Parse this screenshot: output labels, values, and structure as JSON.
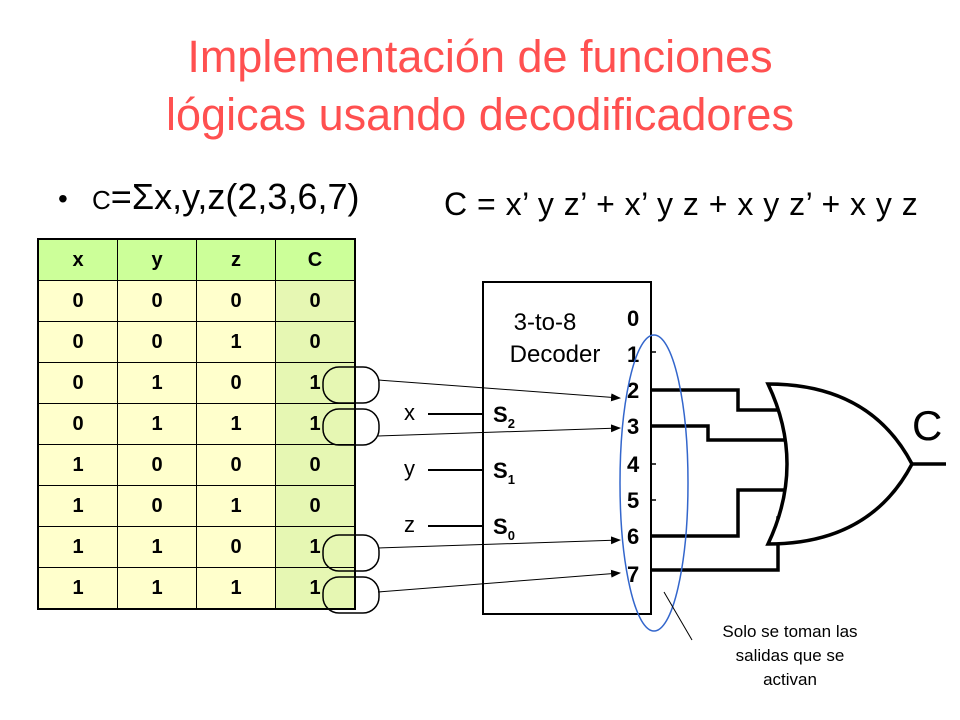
{
  "title": {
    "line1": "Implementación de funciones",
    "line2": "lógicas usando decodificadores"
  },
  "bullet": {
    "dot": "•",
    "prefix": "C",
    "equals": "=",
    "sigma": "Σ",
    "rest": "x,y,z(2,3,6,7)"
  },
  "formula": "C = x’ y z’ + x’ y z + x y z’ + x y z",
  "table": {
    "headers": [
      "x",
      "y",
      "z",
      "C"
    ],
    "rows": [
      [
        "0",
        "0",
        "0",
        "0"
      ],
      [
        "0",
        "0",
        "1",
        "0"
      ],
      [
        "0",
        "1",
        "0",
        "1"
      ],
      [
        "0",
        "1",
        "1",
        "1"
      ],
      [
        "1",
        "0",
        "0",
        "0"
      ],
      [
        "1",
        "0",
        "1",
        "0"
      ],
      [
        "1",
        "1",
        "0",
        "1"
      ],
      [
        "1",
        "1",
        "1",
        "1"
      ]
    ]
  },
  "decoder": {
    "label_line1": "3-to-8",
    "label_line2": "Decoder",
    "outputs": [
      "0",
      "1",
      "2",
      "3",
      "4",
      "5",
      "6",
      "7"
    ],
    "inputs": [
      {
        "name": "x",
        "pin": "S",
        "sub": "2"
      },
      {
        "name": "y",
        "pin": "S",
        "sub": "1"
      },
      {
        "name": "z",
        "pin": "S",
        "sub": "0"
      }
    ],
    "gate_output": "C"
  },
  "note": {
    "line1": "Solo se toman las",
    "line2": "salidas que se",
    "line3": "activan"
  },
  "colors": {
    "title": "#ff5050",
    "table_cell": "#ffffcc",
    "table_header": "#ccff99",
    "ellipse": "#3366cc"
  }
}
